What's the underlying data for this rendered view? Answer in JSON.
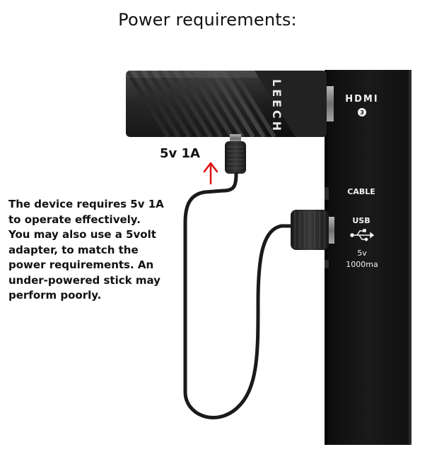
{
  "title": "Power requirements:",
  "requirement_label": "5v 1A",
  "description_lines": [
    "The device requires 5v 1A",
    "to operate effectively.",
    "You may also use a 5volt",
    "adapter, to match the",
    "power requirements. An",
    "under-powered stick may",
    "perform poorly."
  ],
  "stick": {
    "brand": "LEECH"
  },
  "tv_panel": {
    "hdmi_label": "HDMI",
    "hdmi_port_number": "3",
    "cable_label": "CABLE",
    "usb_label": "USB",
    "usb_voltage": "5v",
    "usb_current": "1000ma"
  },
  "colors": {
    "arrow": "#e01010",
    "panel": "#141414",
    "stick": "#1c1c1c",
    "cable": "#1a1a1a",
    "panel_text": "#f2f2f2"
  },
  "icons": [
    "usb-icon",
    "up-arrow-icon"
  ]
}
